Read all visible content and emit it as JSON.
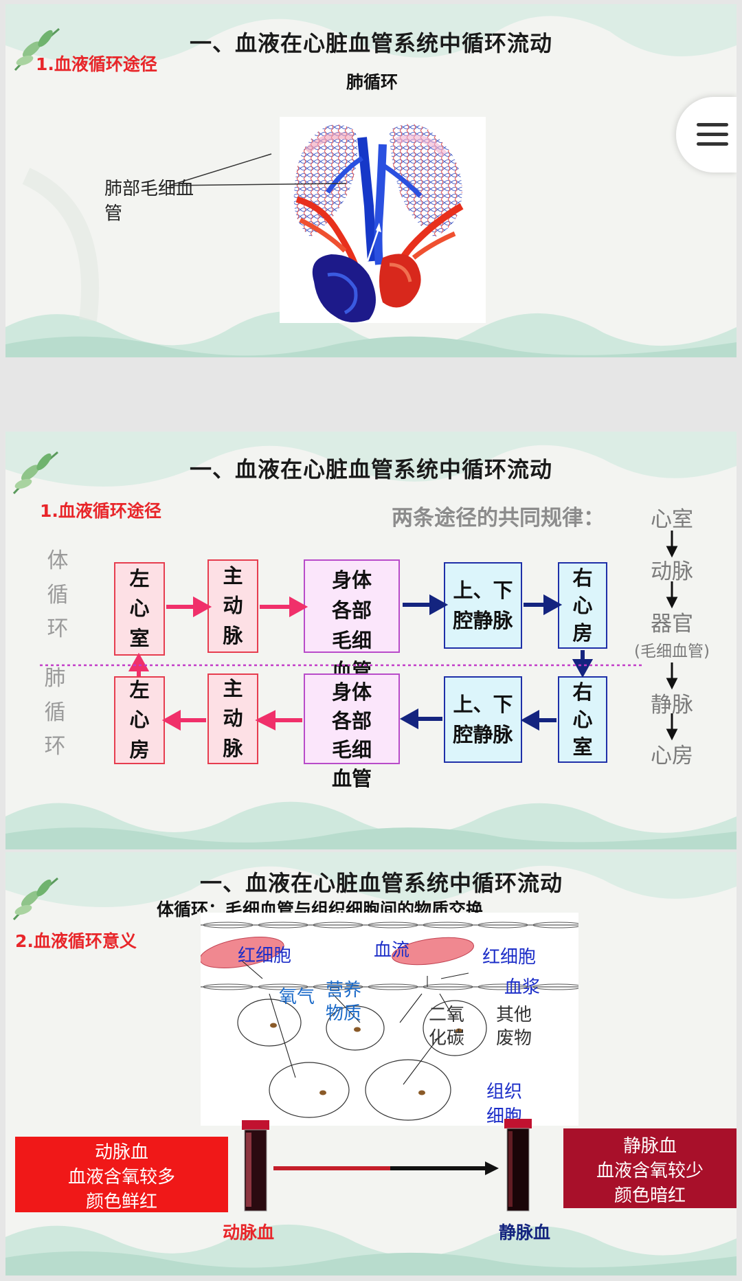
{
  "slide1": {
    "title": "一、血液在心脏血管系统中循环流动",
    "section": "1.血液循环途径",
    "subtitle": "肺循环",
    "label_line1": "肺部毛细血",
    "label_line2": "管"
  },
  "slide2": {
    "title": "一、血液在心脏血管系统中循环流动",
    "section": "1.血液循环途径",
    "rule_heading": "两条途径的共同规律：",
    "rule": [
      "心室",
      "动脉",
      "器官",
      "(毛细血管)",
      "静脉",
      "心房"
    ],
    "body_circ_label": [
      "体",
      "循",
      "环"
    ],
    "lung_circ_label": [
      "肺",
      "循",
      "环"
    ],
    "top_row": [
      {
        "lines": [
          "左",
          "心",
          "室"
        ]
      },
      {
        "lines": [
          "主",
          "动",
          "脉"
        ]
      },
      {
        "lines": [
          "身体",
          "各部",
          "毛细",
          "血管"
        ]
      },
      {
        "lines": [
          "上、下",
          "腔静脉"
        ]
      },
      {
        "lines": [
          "右",
          "心",
          "房"
        ]
      }
    ],
    "bottom_row": [
      {
        "lines": [
          "左",
          "心",
          "房"
        ]
      },
      {
        "lines": [
          "主",
          "动",
          "脉"
        ]
      },
      {
        "lines": [
          "身体",
          "各部",
          "毛细",
          "血管"
        ]
      },
      {
        "lines": [
          "上、下",
          "腔静脉"
        ]
      },
      {
        "lines": [
          "右",
          "心",
          "室"
        ]
      }
    ]
  },
  "slide3": {
    "title": "一、血液在心脏血管系统中循环流动",
    "subtitle": "体循环：毛细血管与组织细胞间的物质交换",
    "section": "2.血液循环意义",
    "labels": {
      "rbc_left": "红细胞",
      "blood_flow": "血流",
      "rbc_right": "红细胞",
      "plasma": "血浆",
      "oxygen": "氧气",
      "nutrient_1": "营养",
      "nutrient_2": "物质",
      "co2_1": "二氧",
      "co2_2": "化碳",
      "waste_1": "其他",
      "waste_2": "废物",
      "tissue_1": "组织",
      "tissue_2": "细胞"
    },
    "arterial_box": [
      "动脉血",
      "血液含氧较多",
      "颜色鲜红"
    ],
    "venous_box": [
      "静脉血",
      "血液含氧较少",
      "颜色暗红"
    ],
    "arterial_tube_label": "动脉血",
    "venous_tube_label": "静脉血"
  },
  "colors": {
    "section_red": "#e8262a",
    "arrow_pink": "#f0306a",
    "arrow_navy": "#14247f",
    "arterial": "#f01818",
    "venous": "#a8102a"
  }
}
